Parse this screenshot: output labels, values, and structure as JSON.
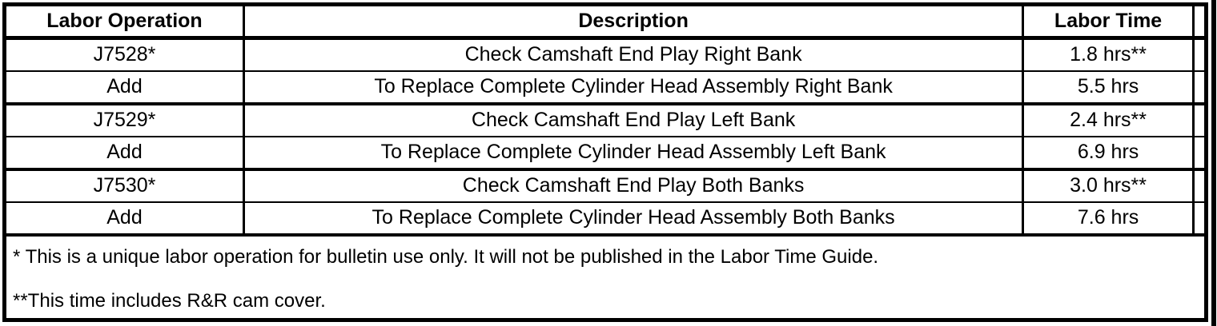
{
  "table": {
    "headers": {
      "labor_operation": "Labor Operation",
      "description": "Description",
      "labor_time": "Labor Time"
    },
    "rows": [
      {
        "op": "J7528*",
        "desc": "Check Camshaft End Play Right Bank",
        "time": "1.8 hrs**"
      },
      {
        "op": "Add",
        "desc": "To Replace Complete Cylinder Head Assembly Right Bank",
        "time": "5.5 hrs"
      },
      {
        "op": "J7529*",
        "desc": "Check Camshaft End Play Left Bank",
        "time": "2.4 hrs**"
      },
      {
        "op": "Add",
        "desc": "To Replace Complete Cylinder Head Assembly Left Bank",
        "time": "6.9 hrs"
      },
      {
        "op": "J7530*",
        "desc": "Check Camshaft End Play Both Banks",
        "time": "3.0 hrs**"
      },
      {
        "op": "Add",
        "desc": "To Replace Complete Cylinder Head Assembly Both Banks",
        "time": "7.6 hrs"
      }
    ],
    "footnotes": {
      "single_asterisk": "* This is a unique labor operation for bulletin use only. It will not be published in the Labor Time Guide.",
      "double_asterisk": "**This time includes R&R cam cover."
    }
  },
  "colors": {
    "background": "#ffffff",
    "border": "#000000",
    "text": "#000000"
  }
}
